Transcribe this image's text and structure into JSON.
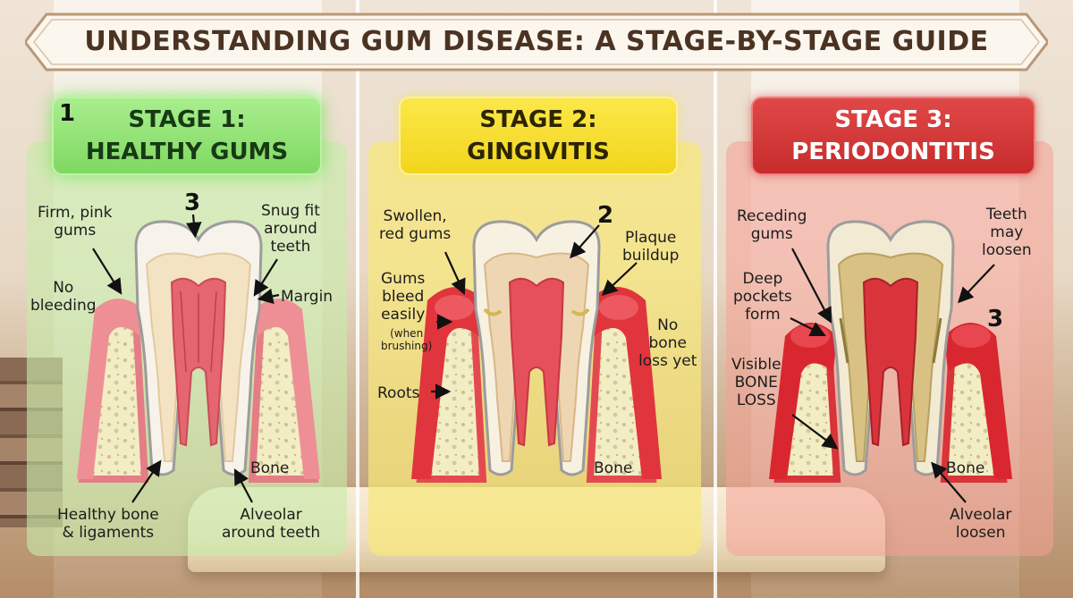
{
  "banner": {
    "title": "UNDERSTANDING GUM DISEASE: A STAGE-BY-STAGE GUIDE"
  },
  "colors": {
    "healthy": "#7fd861",
    "gingivitis": "#f2d51c",
    "periodontitis": "#c72c2c",
    "gum": "#e8707a",
    "bone": "#f2ecc2",
    "enamel": "#ffffff"
  },
  "stages": [
    {
      "number": "1",
      "title_line1": "STAGE 1:",
      "title_line2": "HEALTHY GUMS",
      "marker": "3",
      "labels": {
        "firm_pink_gums": "Firm, pink\ngums",
        "snug_fit": "Snug fit\naround\nteeth",
        "no_bleeding": "No\nbleeding",
        "margin": "Margin",
        "bone": "Bone",
        "healthy_bone": "Healthy bone\n& ligaments",
        "alveolar": "Alveolar\naround teeth"
      }
    },
    {
      "title_line1": "STAGE 2:",
      "title_line2": "GINGIVITIS",
      "marker": "2",
      "labels": {
        "swollen": "Swollen,\nred gums",
        "plaque": "Plaque\nbuildup",
        "bleed": "Gums\nbleed\neasily",
        "when_brushing": "(when\nbrushing)",
        "no_bone_loss": "No\nbone\nloss yet",
        "roots": "Roots",
        "bone": "Bone"
      }
    },
    {
      "title_line1": "STAGE 3:",
      "title_line2": "PERIODONTITIS",
      "marker": "3",
      "labels": {
        "receding": "Receding\ngums",
        "loosen_teeth": "Teeth\nmay\nloosen",
        "deep_pockets": "Deep\npockets\nform",
        "visible_bone_loss": "Visible\nBONE\nLOSS",
        "bone": "Bone",
        "alveolar": "Alveolar\nloosen"
      }
    }
  ]
}
